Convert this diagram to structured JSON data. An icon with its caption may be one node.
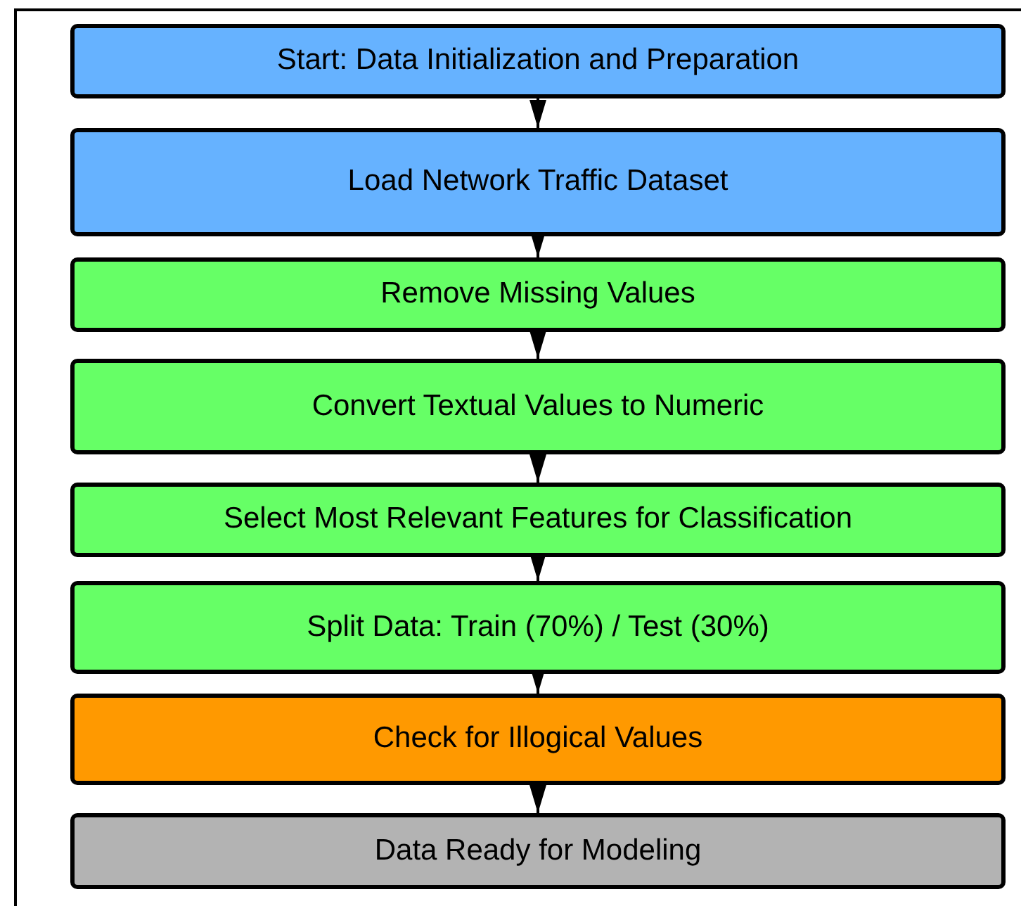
{
  "diagram": {
    "nodes": [
      {
        "text": [
          "Start: Data Initialization and Preparation"
        ]
      },
      {
        "text": [
          "Load Network Traffic Dataset"
        ]
      },
      {
        "text": [
          "Remove Missing Values"
        ]
      },
      {
        "text": [
          "Convert Textual Values to Numeric"
        ]
      },
      {
        "text": [
          "Select Most Relevant Features for Classification"
        ]
      },
      {
        "text": [
          "Split Data: Train (70%) / Test (30%)"
        ]
      },
      {
        "text": [
          "Check for Illogical Values"
        ]
      },
      {
        "text": [
          "Data Ready for Modeling"
        ]
      }
    ],
    "edges": [
      {
        "from": 0,
        "to": 1,
        "arrow": "to"
      },
      {
        "from": 1,
        "to": 2,
        "arrow": "to"
      },
      {
        "from": 2,
        "to": 3,
        "arrow": "to"
      },
      {
        "from": 3,
        "to": 4,
        "arrow": "to"
      },
      {
        "from": 4,
        "to": 5,
        "arrow": "to"
      },
      {
        "from": 5,
        "to": 6,
        "arrow": "to"
      },
      {
        "from": 6,
        "to": 7,
        "arrow": "to"
      }
    ]
  }
}
